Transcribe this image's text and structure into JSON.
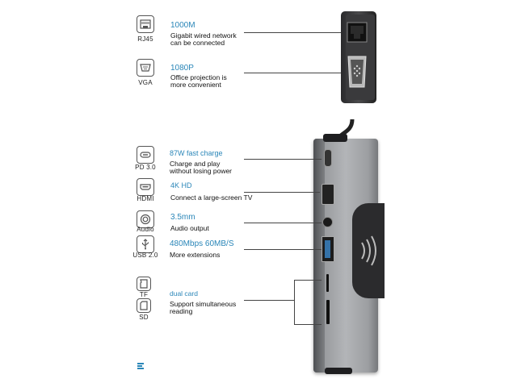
{
  "ports": {
    "rj45": {
      "label": "RJ45",
      "spec": "1000M",
      "desc1": "Gigabit wired network",
      "desc2": "can be connected"
    },
    "vga": {
      "label": "VGA",
      "spec": "1080P",
      "desc1": "Office projection is",
      "desc2": "more convenient"
    },
    "pd": {
      "label": "PD 3.0",
      "spec": "87W fast charge",
      "desc1": "Charge and play",
      "desc2": "without losing power"
    },
    "hdmi": {
      "label": "HDMI",
      "spec": "4K HD",
      "desc1": "Connect a large-screen TV"
    },
    "audio": {
      "label": "Audio",
      "spec": "3.5mm",
      "desc1": "Audio output"
    },
    "usb": {
      "label": "USB 2.0",
      "spec": "480Mbps  60MB/S",
      "desc1": "More extensions"
    },
    "tf": {
      "label": "TF"
    },
    "sd": {
      "label": "SD"
    },
    "card": {
      "spec": "dual card",
      "desc1": "Support simultaneous",
      "desc2": "reading"
    }
  },
  "colors": {
    "accent": "#2a86b8",
    "hub": "#a3a5a8",
    "pad": "#2b2b2d"
  }
}
